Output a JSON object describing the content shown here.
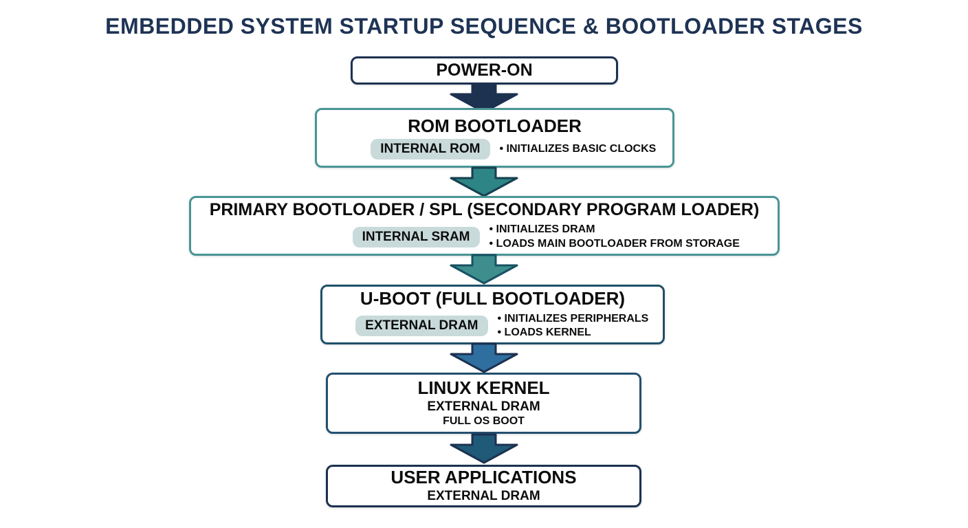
{
  "title": "EMBEDDED SYSTEM STARTUP SEQUENCE & BOOTLOADER STAGES",
  "stages": {
    "power_on": {
      "name": "POWER-ON"
    },
    "rom": {
      "name": "ROM BOOTLOADER",
      "badge": "INTERNAL ROM",
      "bullet1": "• INITIALIZES BASIC CLOCKS"
    },
    "spl": {
      "name": "PRIMARY BOOTLOADER / SPL (SECONDARY PROGRAM LOADER)",
      "badge": "INTERNAL SRAM",
      "bullet1": "• INITIALIZES DRAM",
      "bullet2": "• LOADS MAIN BOOTLOADER FROM STORAGE"
    },
    "uboot": {
      "name": "U-BOOT (FULL BOOTLOADER)",
      "badge": "EXTERNAL DRAM",
      "bullet1": "• INITIALIZES PERIPHERALS",
      "bullet2": "• LOADS KERNEL"
    },
    "kernel": {
      "name": "LINUX KERNEL",
      "line1": "EXTERNAL DRAM",
      "line2": "FULL OS BOOT"
    },
    "apps": {
      "name": "USER APPLICATIONS",
      "line1": "EXTERNAL DRAM"
    }
  },
  "colors": {
    "title_text": "#1e3354",
    "navy_border": "#1d3150",
    "teal_border": "#4a9494",
    "deep_teal_border": "#1f5068",
    "steel_border": "#24506e",
    "badge_bg": "#c9dada",
    "arrow1_fill": "#1d3150",
    "arrow2_fill": "#2e8585",
    "arrow3_fill": "#3e8e8e",
    "arrow4_fill": "#2f6fa0",
    "arrow5_fill": "#1f5a78"
  }
}
